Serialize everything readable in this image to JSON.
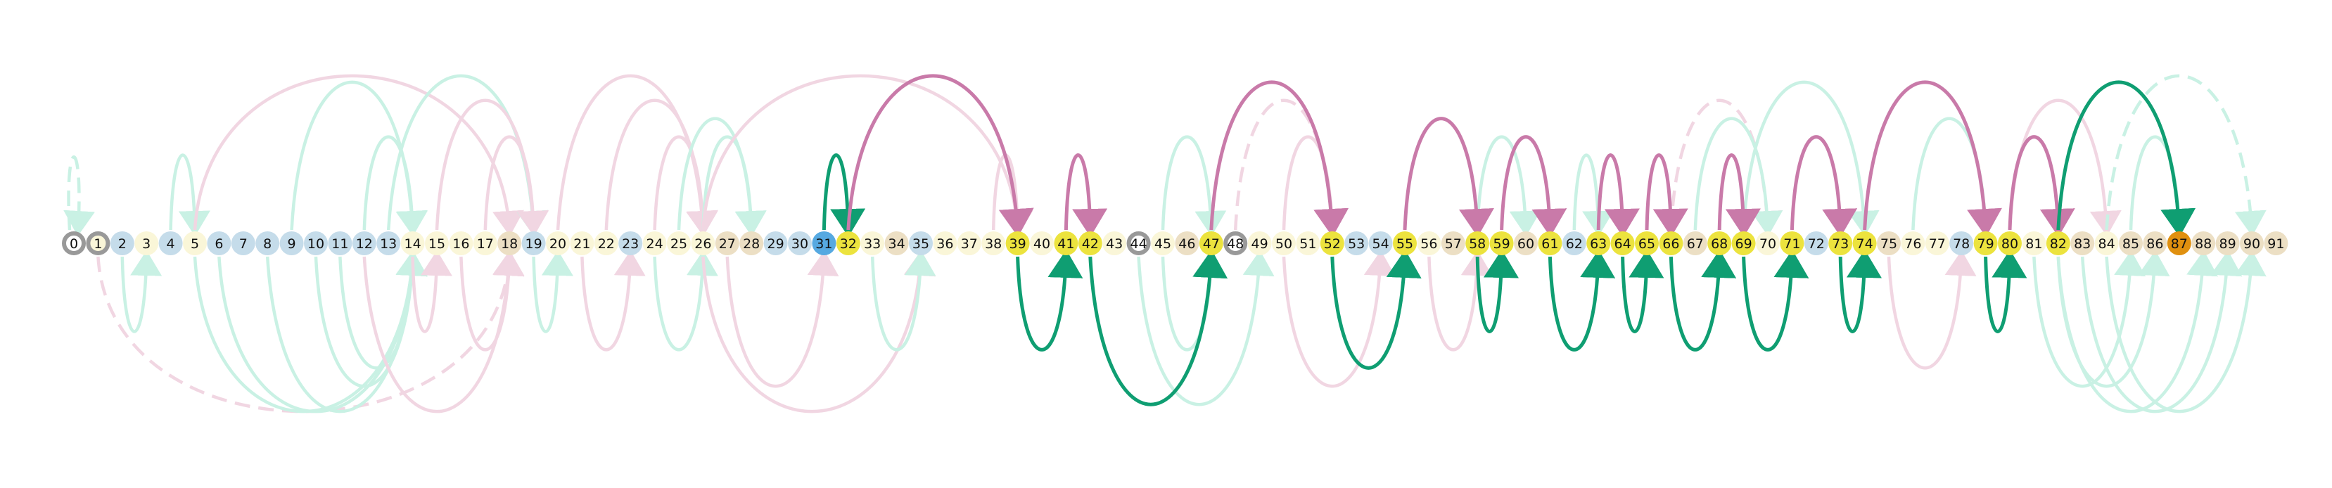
{
  "node_labels": [
    "0",
    "1",
    "2",
    "3",
    "4",
    "5",
    "6",
    "7",
    "8",
    "9",
    "10",
    "11",
    "12",
    "13",
    "14",
    "15",
    "16",
    "17",
    "18",
    "19",
    "20",
    "21",
    "22",
    "23",
    "24",
    "25",
    "26",
    "27",
    "28",
    "29",
    "30",
    "31",
    "32",
    "33",
    "34",
    "35",
    "36",
    "37",
    "38",
    "39",
    "40",
    "41",
    "42",
    "43",
    "44",
    "45",
    "46",
    "47",
    "48",
    "49",
    "50",
    "51",
    "52",
    "53",
    "54",
    "55",
    "56",
    "57",
    "58",
    "59",
    "60",
    "61",
    "62",
    "63",
    "64",
    "65",
    "66",
    "67",
    "68",
    "69",
    "70",
    "71",
    "72",
    "73",
    "74",
    "75",
    "76",
    "77",
    "78",
    "79",
    "80",
    "81",
    "82",
    "83",
    "84",
    "85",
    "86",
    "87",
    "88",
    "89",
    "90",
    "91"
  ],
  "colors": {
    "blue_light": "#c5dcea",
    "cream": "#faf6d8",
    "tan": "#ecdfc4",
    "yellow": "#ece33e",
    "blue": "#56a9e1",
    "orange": "#e0900f",
    "ring": "#999999",
    "green": "#0f9e72",
    "green_faint": "#c9f1e4",
    "pink": "#c97aa9",
    "pink_faint": "#f1d6e2"
  },
  "node_types": {
    "0": "ring",
    "1": "ring-cream",
    "2": "blue_light",
    "3": "cream",
    "4": "blue_light",
    "5": "cream",
    "6": "blue_light",
    "7": "blue_light",
    "8": "blue_light",
    "9": "blue_light",
    "10": "blue_light",
    "11": "blue_light",
    "12": "blue_light",
    "13": "blue_light",
    "14": "cream",
    "15": "cream",
    "16": "cream",
    "17": "cream",
    "18": "tan",
    "19": "blue_light",
    "20": "cream",
    "21": "cream",
    "22": "cream",
    "23": "blue_light",
    "24": "cream",
    "25": "cream",
    "26": "cream",
    "27": "tan",
    "28": "tan",
    "29": "blue_light",
    "30": "blue_light",
    "31": "blue",
    "32": "yellow",
    "33": "cream",
    "34": "tan",
    "35": "blue_light",
    "36": "cream",
    "37": "cream",
    "38": "cream",
    "39": "yellow",
    "40": "cream",
    "41": "yellow",
    "42": "yellow",
    "43": "cream",
    "44": "ring",
    "45": "cream",
    "46": "tan",
    "47": "yellow",
    "48": "ring",
    "49": "cream",
    "50": "cream",
    "51": "cream",
    "52": "yellow",
    "53": "blue_light",
    "54": "blue_light",
    "55": "yellow",
    "56": "cream",
    "57": "tan",
    "58": "yellow",
    "59": "yellow",
    "60": "tan",
    "61": "yellow",
    "62": "blue_light",
    "63": "yellow",
    "64": "yellow",
    "65": "yellow",
    "66": "yellow",
    "67": "tan",
    "68": "yellow",
    "69": "yellow",
    "70": "cream",
    "71": "yellow",
    "72": "blue_light",
    "73": "yellow",
    "74": "yellow",
    "75": "tan",
    "76": "cream",
    "77": "cream",
    "78": "blue_light",
    "79": "yellow",
    "80": "yellow",
    "81": "cream",
    "82": "yellow",
    "83": "tan",
    "84": "cream",
    "85": "tan",
    "86": "tan",
    "87": "orange",
    "88": "tan",
    "89": "tan",
    "90": "tan",
    "91": "tan"
  },
  "edges": [
    {
      "from": 31,
      "to": 32,
      "side": "top",
      "strength": "strong",
      "color": "green"
    },
    {
      "from": 32,
      "to": 39,
      "side": "top",
      "strength": "strong",
      "color": "pink"
    },
    {
      "from": 41,
      "to": 42,
      "side": "top",
      "strength": "strong",
      "color": "pink"
    },
    {
      "from": 47,
      "to": 52,
      "side": "top",
      "strength": "strong",
      "color": "pink"
    },
    {
      "from": 55,
      "to": 58,
      "side": "top",
      "strength": "strong",
      "color": "pink"
    },
    {
      "from": 59,
      "to": 61,
      "side": "top",
      "strength": "strong",
      "color": "pink"
    },
    {
      "from": 63,
      "to": 64,
      "side": "top",
      "strength": "strong",
      "color": "pink"
    },
    {
      "from": 65,
      "to": 66,
      "side": "top",
      "strength": "strong",
      "color": "pink"
    },
    {
      "from": 68,
      "to": 69,
      "side": "top",
      "strength": "strong",
      "color": "pink"
    },
    {
      "from": 71,
      "to": 73,
      "side": "top",
      "strength": "strong",
      "color": "pink"
    },
    {
      "from": 74,
      "to": 79,
      "side": "top",
      "strength": "strong",
      "color": "pink"
    },
    {
      "from": 80,
      "to": 82,
      "side": "top",
      "strength": "strong",
      "color": "pink"
    },
    {
      "from": 82,
      "to": 87,
      "side": "top",
      "strength": "strong",
      "color": "green"
    },
    {
      "from": 39,
      "to": 41,
      "side": "bottom",
      "strength": "strong",
      "color": "green"
    },
    {
      "from": 42,
      "to": 47,
      "side": "bottom",
      "strength": "strong",
      "color": "green"
    },
    {
      "from": 52,
      "to": 55,
      "side": "bottom",
      "strength": "strong",
      "color": "green"
    },
    {
      "from": 58,
      "to": 59,
      "side": "bottom",
      "strength": "strong",
      "color": "green"
    },
    {
      "from": 61,
      "to": 63,
      "side": "bottom",
      "strength": "strong",
      "color": "green"
    },
    {
      "from": 64,
      "to": 65,
      "side": "bottom",
      "strength": "strong",
      "color": "green"
    },
    {
      "from": 66,
      "to": 68,
      "side": "bottom",
      "strength": "strong",
      "color": "green"
    },
    {
      "from": 69,
      "to": 71,
      "side": "bottom",
      "strength": "strong",
      "color": "green"
    },
    {
      "from": 73,
      "to": 74,
      "side": "bottom",
      "strength": "strong",
      "color": "green"
    },
    {
      "from": 79,
      "to": 80,
      "side": "bottom",
      "strength": "strong",
      "color": "green"
    },
    {
      "from": 0,
      "to": 0,
      "side": "top",
      "strength": "faint",
      "color": "green",
      "dashed": true
    },
    {
      "from": 4,
      "to": 5,
      "side": "top",
      "strength": "faint",
      "color": "green"
    },
    {
      "from": 5,
      "to": 18,
      "side": "top",
      "strength": "faint",
      "color": "pink"
    },
    {
      "from": 9,
      "to": 14,
      "side": "top",
      "strength": "faint",
      "color": "green"
    },
    {
      "from": 12,
      "to": 14,
      "side": "top",
      "strength": "faint",
      "color": "green"
    },
    {
      "from": 13,
      "to": 19,
      "side": "top",
      "strength": "faint",
      "color": "green"
    },
    {
      "from": 15,
      "to": 19,
      "side": "top",
      "strength": "faint",
      "color": "pink"
    },
    {
      "from": 17,
      "to": 19,
      "side": "top",
      "strength": "faint",
      "color": "pink"
    },
    {
      "from": 20,
      "to": 26,
      "side": "top",
      "strength": "faint",
      "color": "pink"
    },
    {
      "from": 22,
      "to": 26,
      "side": "top",
      "strength": "faint",
      "color": "pink"
    },
    {
      "from": 24,
      "to": 26,
      "side": "top",
      "strength": "faint",
      "color": "pink"
    },
    {
      "from": 25,
      "to": 28,
      "side": "top",
      "strength": "faint",
      "color": "green"
    },
    {
      "from": 26,
      "to": 28,
      "side": "top",
      "strength": "faint",
      "color": "green"
    },
    {
      "from": 26,
      "to": 39,
      "side": "top",
      "strength": "faint",
      "color": "pink"
    },
    {
      "from": 38,
      "to": 39,
      "side": "top",
      "strength": "faint",
      "color": "pink"
    },
    {
      "from": 45,
      "to": 47,
      "side": "top",
      "strength": "faint",
      "color": "green"
    },
    {
      "from": 48,
      "to": 52,
      "side": "top",
      "strength": "faint",
      "color": "pink",
      "dashed": true
    },
    {
      "from": 50,
      "to": 52,
      "side": "top",
      "strength": "faint",
      "color": "pink"
    },
    {
      "from": 58,
      "to": 60,
      "side": "top",
      "strength": "faint",
      "color": "green"
    },
    {
      "from": 62,
      "to": 63,
      "side": "top",
      "strength": "faint",
      "color": "green"
    },
    {
      "from": 66,
      "to": 70,
      "side": "top",
      "strength": "faint",
      "color": "pink",
      "dashed": true
    },
    {
      "from": 67,
      "to": 70,
      "side": "top",
      "strength": "faint",
      "color": "green"
    },
    {
      "from": 69,
      "to": 74,
      "side": "top",
      "strength": "faint",
      "color": "green"
    },
    {
      "from": 76,
      "to": 79,
      "side": "top",
      "strength": "faint",
      "color": "green"
    },
    {
      "from": 80,
      "to": 84,
      "side": "top",
      "strength": "faint",
      "color": "pink"
    },
    {
      "from": 82,
      "to": 87,
      "side": "top",
      "strength": "faint",
      "color": "green",
      "dashed": true
    },
    {
      "from": 84,
      "to": 90,
      "side": "top",
      "strength": "faint",
      "color": "green",
      "dashed": true
    },
    {
      "from": 85,
      "to": 87,
      "side": "top",
      "strength": "faint",
      "color": "green"
    },
    {
      "from": 1,
      "to": 18,
      "side": "bottom",
      "strength": "faint",
      "color": "pink",
      "dashed": true
    },
    {
      "from": 2,
      "to": 3,
      "side": "bottom",
      "strength": "faint",
      "color": "green"
    },
    {
      "from": 5,
      "to": 14,
      "side": "bottom",
      "strength": "faint",
      "color": "green"
    },
    {
      "from": 6,
      "to": 14,
      "side": "bottom",
      "strength": "faint",
      "color": "green"
    },
    {
      "from": 8,
      "to": 14,
      "side": "bottom",
      "strength": "faint",
      "color": "green"
    },
    {
      "from": 10,
      "to": 14,
      "side": "bottom",
      "strength": "faint",
      "color": "green"
    },
    {
      "from": 11,
      "to": 14,
      "side": "bottom",
      "strength": "faint",
      "color": "green"
    },
    {
      "from": 12,
      "to": 18,
      "side": "bottom",
      "strength": "faint",
      "color": "pink"
    },
    {
      "from": 14,
      "to": 15,
      "side": "bottom",
      "strength": "faint",
      "color": "pink"
    },
    {
      "from": 16,
      "to": 18,
      "side": "bottom",
      "strength": "faint",
      "color": "pink"
    },
    {
      "from": 19,
      "to": 20,
      "side": "bottom",
      "strength": "faint",
      "color": "green"
    },
    {
      "from": 21,
      "to": 23,
      "side": "bottom",
      "strength": "faint",
      "color": "pink"
    },
    {
      "from": 24,
      "to": 26,
      "side": "bottom",
      "strength": "faint",
      "color": "green"
    },
    {
      "from": 26,
      "to": 35,
      "side": "bottom",
      "strength": "faint",
      "color": "pink"
    },
    {
      "from": 27,
      "to": 31,
      "side": "bottom",
      "strength": "faint",
      "color": "pink"
    },
    {
      "from": 33,
      "to": 35,
      "side": "bottom",
      "strength": "faint",
      "color": "green"
    },
    {
      "from": 45,
      "to": 47,
      "side": "bottom",
      "strength": "faint",
      "color": "green"
    },
    {
      "from": 44,
      "to": 49,
      "side": "bottom",
      "strength": "faint",
      "color": "green"
    },
    {
      "from": 50,
      "to": 54,
      "side": "bottom",
      "strength": "faint",
      "color": "pink"
    },
    {
      "from": 56,
      "to": 58,
      "side": "bottom",
      "strength": "faint",
      "color": "pink"
    },
    {
      "from": 75,
      "to": 78,
      "side": "bottom",
      "strength": "faint",
      "color": "pink"
    },
    {
      "from": 81,
      "to": 85,
      "side": "bottom",
      "strength": "faint",
      "color": "green"
    },
    {
      "from": 82,
      "to": 86,
      "side": "bottom",
      "strength": "faint",
      "color": "green"
    },
    {
      "from": 82,
      "to": 88,
      "side": "bottom",
      "strength": "faint",
      "color": "green"
    },
    {
      "from": 83,
      "to": 89,
      "side": "bottom",
      "strength": "faint",
      "color": "green"
    },
    {
      "from": 84,
      "to": 90,
      "side": "bottom",
      "strength": "faint",
      "color": "green"
    }
  ]
}
